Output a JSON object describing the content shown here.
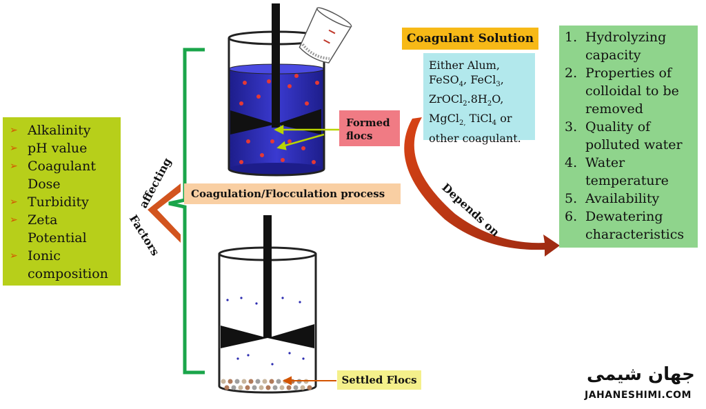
{
  "factors": {
    "items": [
      "Alkalinity",
      "pH value",
      "Coagulant Dose",
      "Turbidity",
      "Zeta Potential",
      "Ionic composition"
    ]
  },
  "labels": {
    "affecting": "affecting",
    "factors_word": "Factors",
    "process": "Coagulation/Flocculation  process",
    "formed_flocs": "Formed flocs",
    "coagulant_solution": "Coagulant Solution",
    "depends_on": "Depends on",
    "settled_flocs": "Settled Flocs"
  },
  "coagulant_options": {
    "prefix": "Either Alum,",
    "items": [
      {
        "text": "FeSO",
        "sub": "4",
        "after": ", FeCl",
        "sub2": "3",
        "tail": ","
      },
      {
        "text": "ZrOCl",
        "sub": "2",
        "after": ".8H",
        "sub2": "2",
        "tail": "O,"
      },
      {
        "text": "MgCl",
        "sub": "2,",
        "after": " TiCl",
        "sub2": "4",
        "tail": " or"
      }
    ],
    "suffix": "other coagulant."
  },
  "depends_factors": {
    "items": [
      {
        "num": "1.",
        "text": "Hydrolyzing capacity"
      },
      {
        "num": "2.",
        "text": "Properties of colloidal to be removed"
      },
      {
        "num": "3.",
        "text": "Quality of polluted water"
      },
      {
        "num": "4.",
        "text": "Water temperature"
      },
      {
        "num": "5.",
        "text": "Availability"
      },
      {
        "num": "6.",
        "text": "Dewatering characteristics"
      }
    ]
  },
  "logo": {
    "name_fa": "جهان شیمی",
    "name_en": "JAHANESHIMI.COM"
  },
  "colors": {
    "factors_bg": "#b7cf1a",
    "process_bg": "#f9cfa3",
    "formed_flocs_bg": "#f07b84",
    "coagulant_title_bg": "#f7b917",
    "coagulant_options_bg": "#b2e8ec",
    "depends_bg": "#8fd48c",
    "settled_bg": "#f4f08b",
    "bracket": "#1aa54a",
    "arrow": "#c0392b",
    "water": "#2b2bb0"
  }
}
